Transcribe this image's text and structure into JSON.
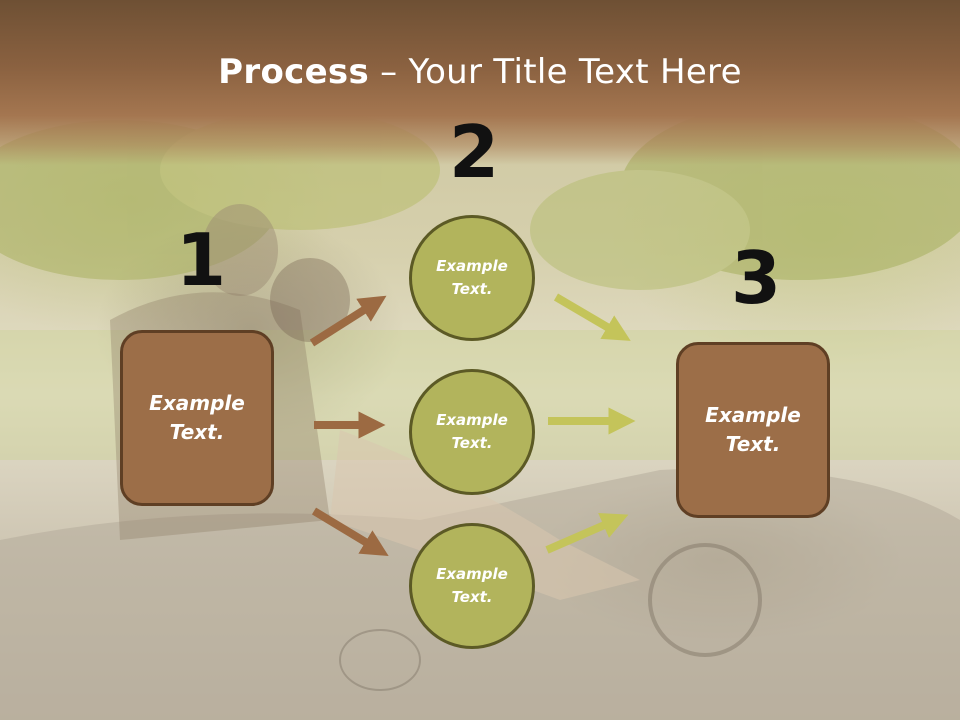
{
  "title": {
    "bold": "Process",
    "rest": " – Your Title Text Here"
  },
  "steps": [
    "1",
    "2",
    "3"
  ],
  "box_left": "Example\nText.",
  "box_right": "Example\nText.",
  "circles": [
    "Example\nText.",
    "Example\nText.",
    "Example\nText."
  ],
  "colors": {
    "header": "#8a6140",
    "box": "#9c6e48",
    "circle": "#b2b45c",
    "arrow_brown": "#9c6a42",
    "arrow_green": "#c4c45a"
  }
}
